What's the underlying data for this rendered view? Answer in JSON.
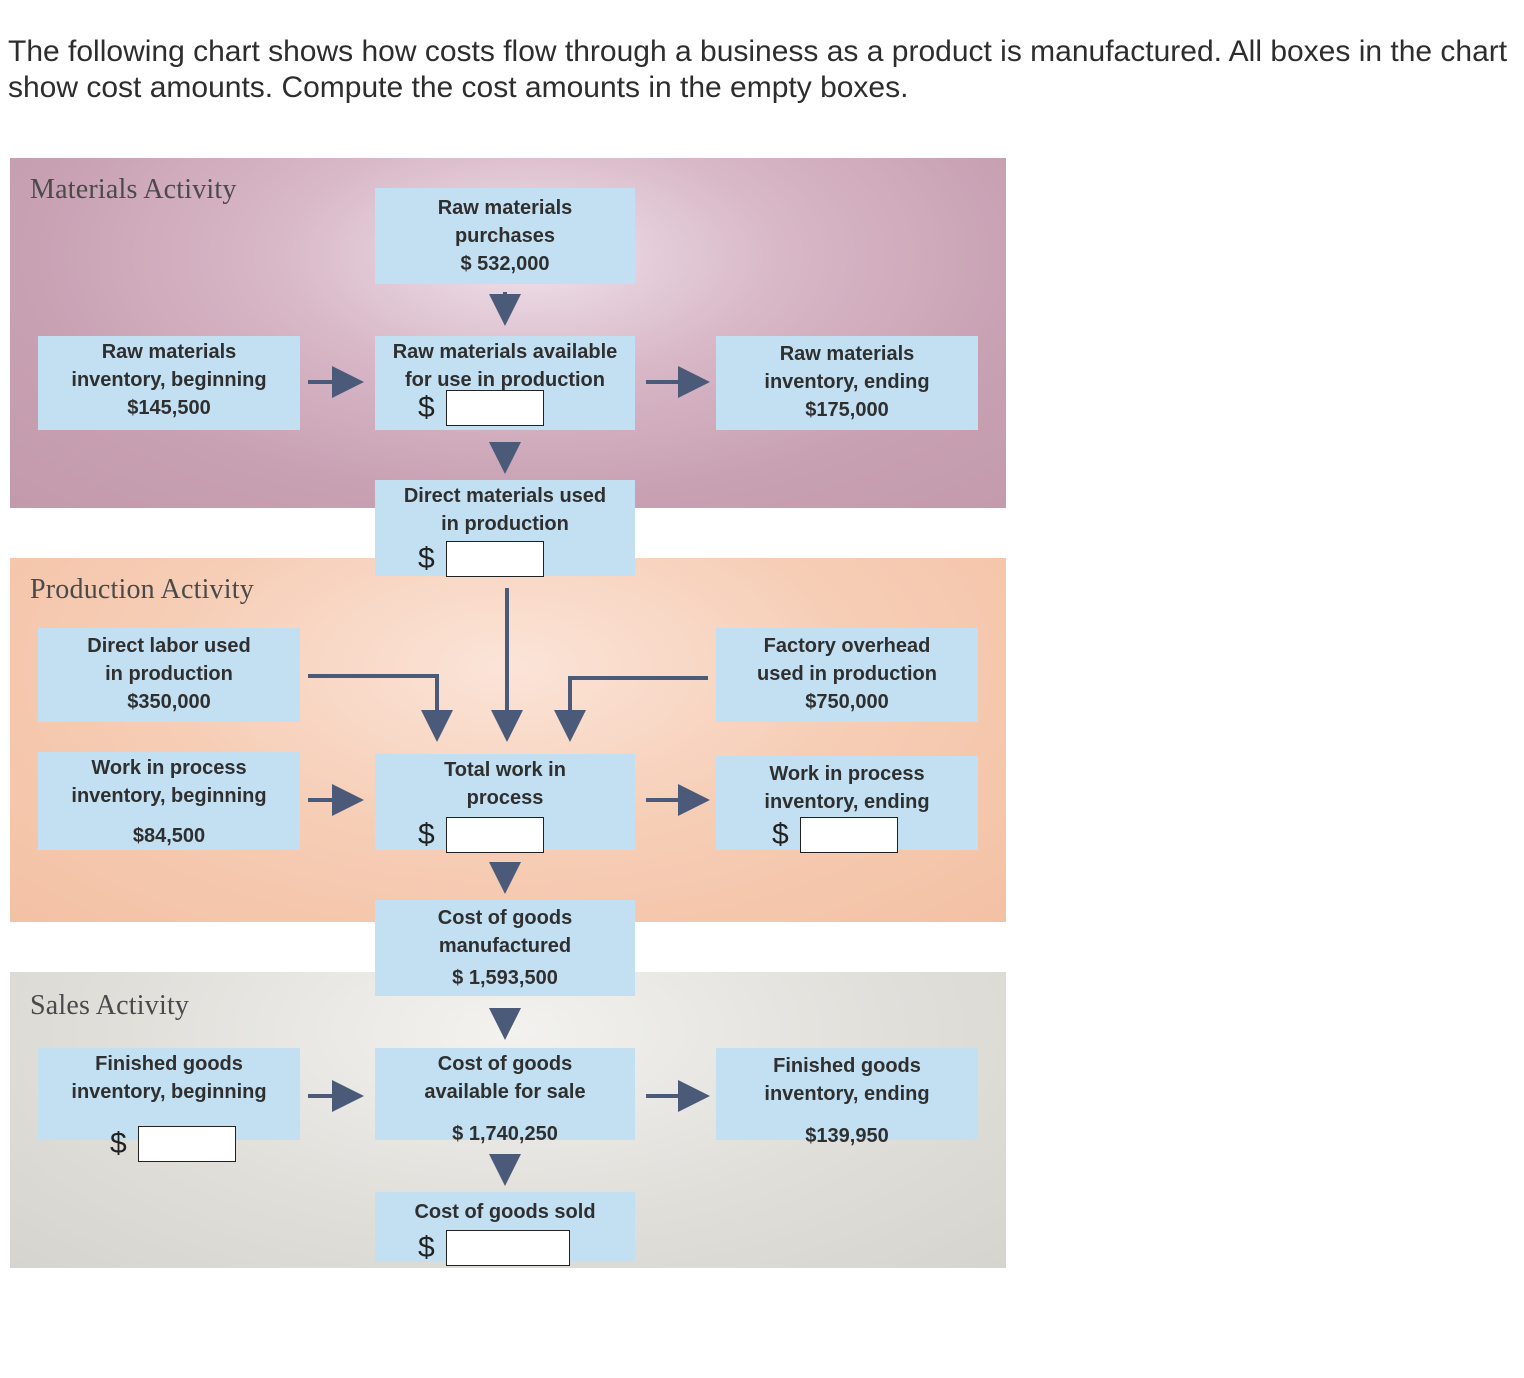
{
  "question": {
    "text": "The following chart shows how costs flow through a business as a product is manufactured. All boxes in the chart show cost amounts. Compute the cost amounts in the empty boxes."
  },
  "sections": {
    "materials": "Materials Activity",
    "production": "Production Activity",
    "sales": "Sales Activity"
  },
  "boxes": {
    "rm_purchases": {
      "line1": "Raw materials",
      "line2": "purchases",
      "value": "$ 532,000"
    },
    "rm_beginning": {
      "line1": "Raw materials",
      "line2": "inventory, beginning",
      "value": "$145,500"
    },
    "rm_available": {
      "line1": "Raw materials available",
      "line2": "for use in production"
    },
    "rm_ending": {
      "line1": "Raw materials",
      "line2": "inventory, ending",
      "value": "$175,000"
    },
    "dm_used": {
      "line1": "Direct materials used",
      "line2": "in production"
    },
    "dl_used": {
      "line1": "Direct labor used",
      "line2": "in production",
      "value": "$350,000"
    },
    "fo_used": {
      "line1": "Factory overhead",
      "line2": "used in production",
      "value": "$750,000"
    },
    "wip_beginning": {
      "line1": "Work in process",
      "line2": "inventory, beginning",
      "value": "$84,500"
    },
    "total_wip": {
      "line1": "Total work in",
      "line2": "process"
    },
    "wip_ending": {
      "line1": "Work in process",
      "line2": "inventory, ending"
    },
    "cogm": {
      "line1": "Cost of goods",
      "line2": "manufactured",
      "value": "$ 1,593,500"
    },
    "fg_beginning": {
      "line1": "Finished goods",
      "line2": "inventory, beginning"
    },
    "cogafs": {
      "line1": "Cost of goods",
      "line2": "available for sale",
      "value": "$ 1,740,250"
    },
    "fg_ending": {
      "line1": "Finished goods",
      "line2": "inventory, ending",
      "value": "$139,950"
    },
    "cogs": {
      "line1": "Cost of goods sold"
    }
  },
  "answers": {
    "currency_symbol": "$",
    "rm_available": "",
    "dm_used": "",
    "total_wip": "",
    "wip_ending": "",
    "fg_beginning": "",
    "cogs": ""
  },
  "colors": {
    "materials_band": "#c7a0b2",
    "production_band": "#f3c1a4",
    "sales_band": "#d6d4ce",
    "box_fill": "#c2e0f2",
    "arrow": "#4a5a78"
  }
}
